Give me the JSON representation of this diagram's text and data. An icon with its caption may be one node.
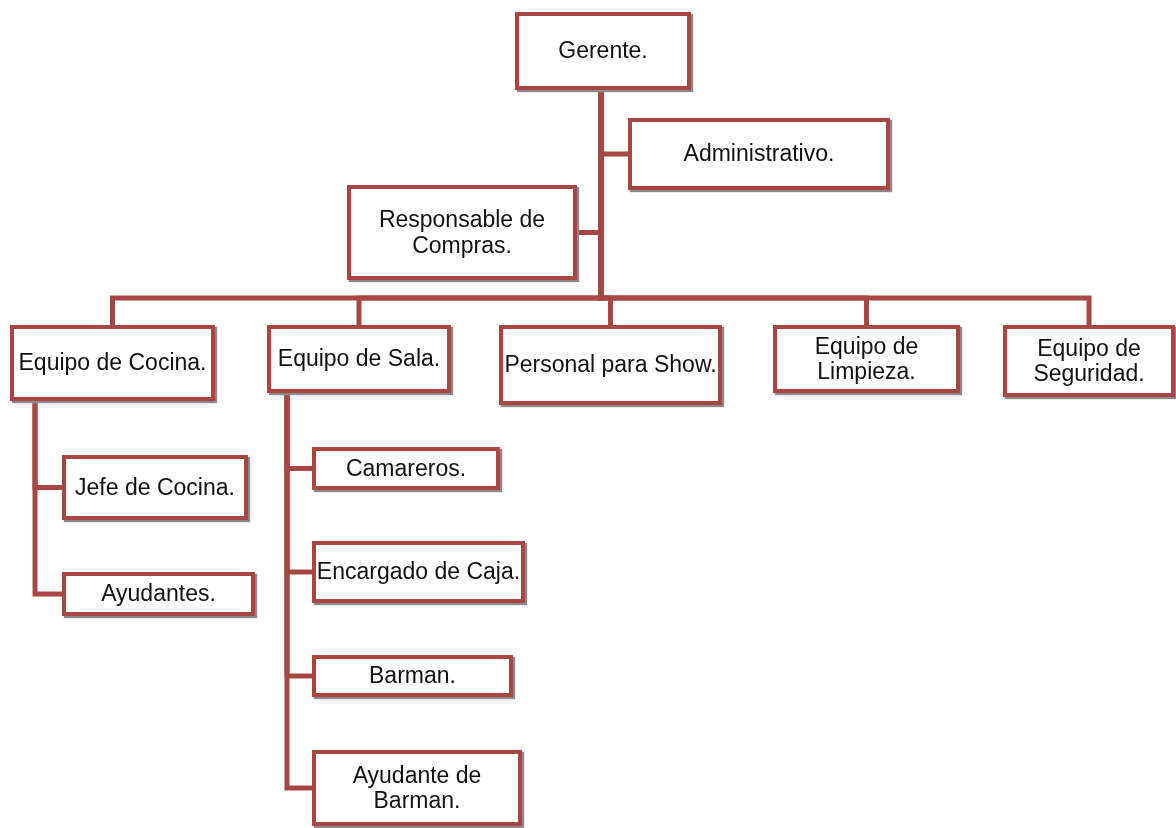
{
  "diagram": {
    "nodes": [
      {
        "text": [
          "Gerente."
        ]
      },
      {
        "text": [
          "Administrativo."
        ]
      },
      {
        "text": [
          "Responsable de Compras."
        ]
      },
      {
        "text": [
          "Equipo de Cocina."
        ]
      },
      {
        "text": [
          "Equipo de Sala."
        ]
      },
      {
        "text": [
          "Personal para Show."
        ]
      },
      {
        "text": [
          "Equipo de Limpieza."
        ]
      },
      {
        "text": [
          "Equipo de Seguridad."
        ]
      },
      {
        "text": [
          "Jefe de Cocina."
        ]
      },
      {
        "text": [
          "Ayudantes."
        ]
      },
      {
        "text": [
          "Camareros."
        ]
      },
      {
        "text": [
          "Encargado de Caja."
        ]
      },
      {
        "text": [
          "Barman."
        ]
      },
      {
        "text": [
          "Ayudante de Barman."
        ]
      }
    ],
    "edges": [
      {
        "from": 0,
        "to": 1,
        "arrow": "none"
      },
      {
        "from": 0,
        "to": 2,
        "arrow": "none"
      },
      {
        "from": 0,
        "to": 3,
        "arrow": "none"
      },
      {
        "from": 0,
        "to": 4,
        "arrow": "none"
      },
      {
        "from": 0,
        "to": 5,
        "arrow": "none"
      },
      {
        "from": 0,
        "to": 6,
        "arrow": "none"
      },
      {
        "from": 0,
        "to": 7,
        "arrow": "none"
      },
      {
        "from": 3,
        "to": 8,
        "arrow": "none"
      },
      {
        "from": 3,
        "to": 9,
        "arrow": "none"
      },
      {
        "from": 4,
        "to": 10,
        "arrow": "none"
      },
      {
        "from": 4,
        "to": 11,
        "arrow": "none"
      },
      {
        "from": 4,
        "to": 12,
        "arrow": "none"
      },
      {
        "from": 4,
        "to": 13,
        "arrow": "none"
      }
    ]
  }
}
